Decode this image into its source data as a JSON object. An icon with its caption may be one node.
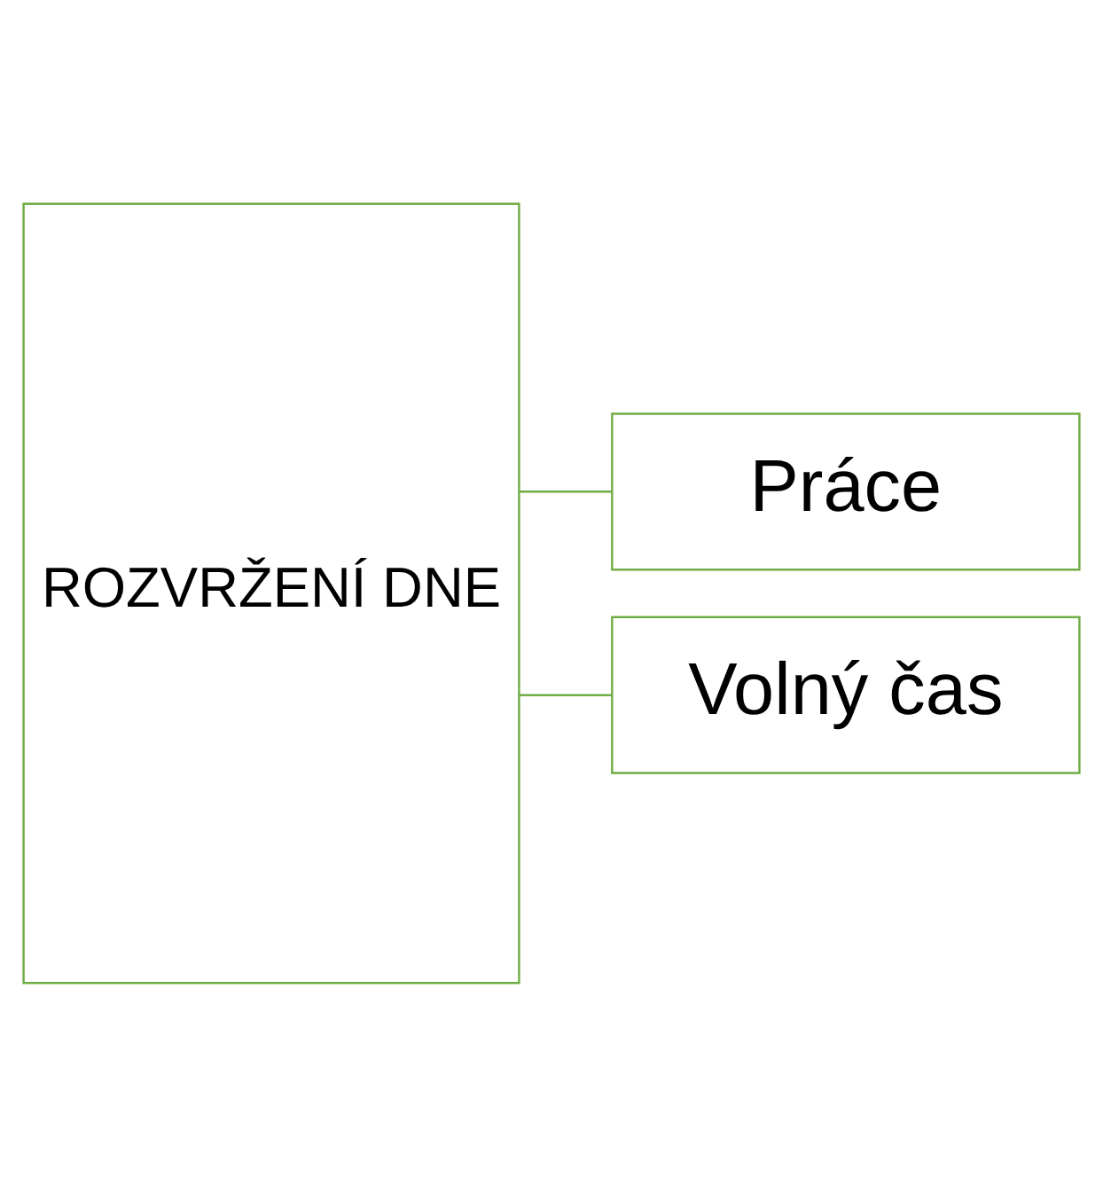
{
  "diagram": {
    "nodes": [
      {
        "text": [
          "ROZVRŽENÍ DNE"
        ]
      },
      {
        "text": [
          "Práce"
        ]
      },
      {
        "text": [
          "Volný čas"
        ]
      }
    ],
    "edges": [
      {
        "from": 0,
        "to": 1,
        "arrow": "none"
      },
      {
        "from": 0,
        "to": 2,
        "arrow": "none"
      }
    ]
  }
}
